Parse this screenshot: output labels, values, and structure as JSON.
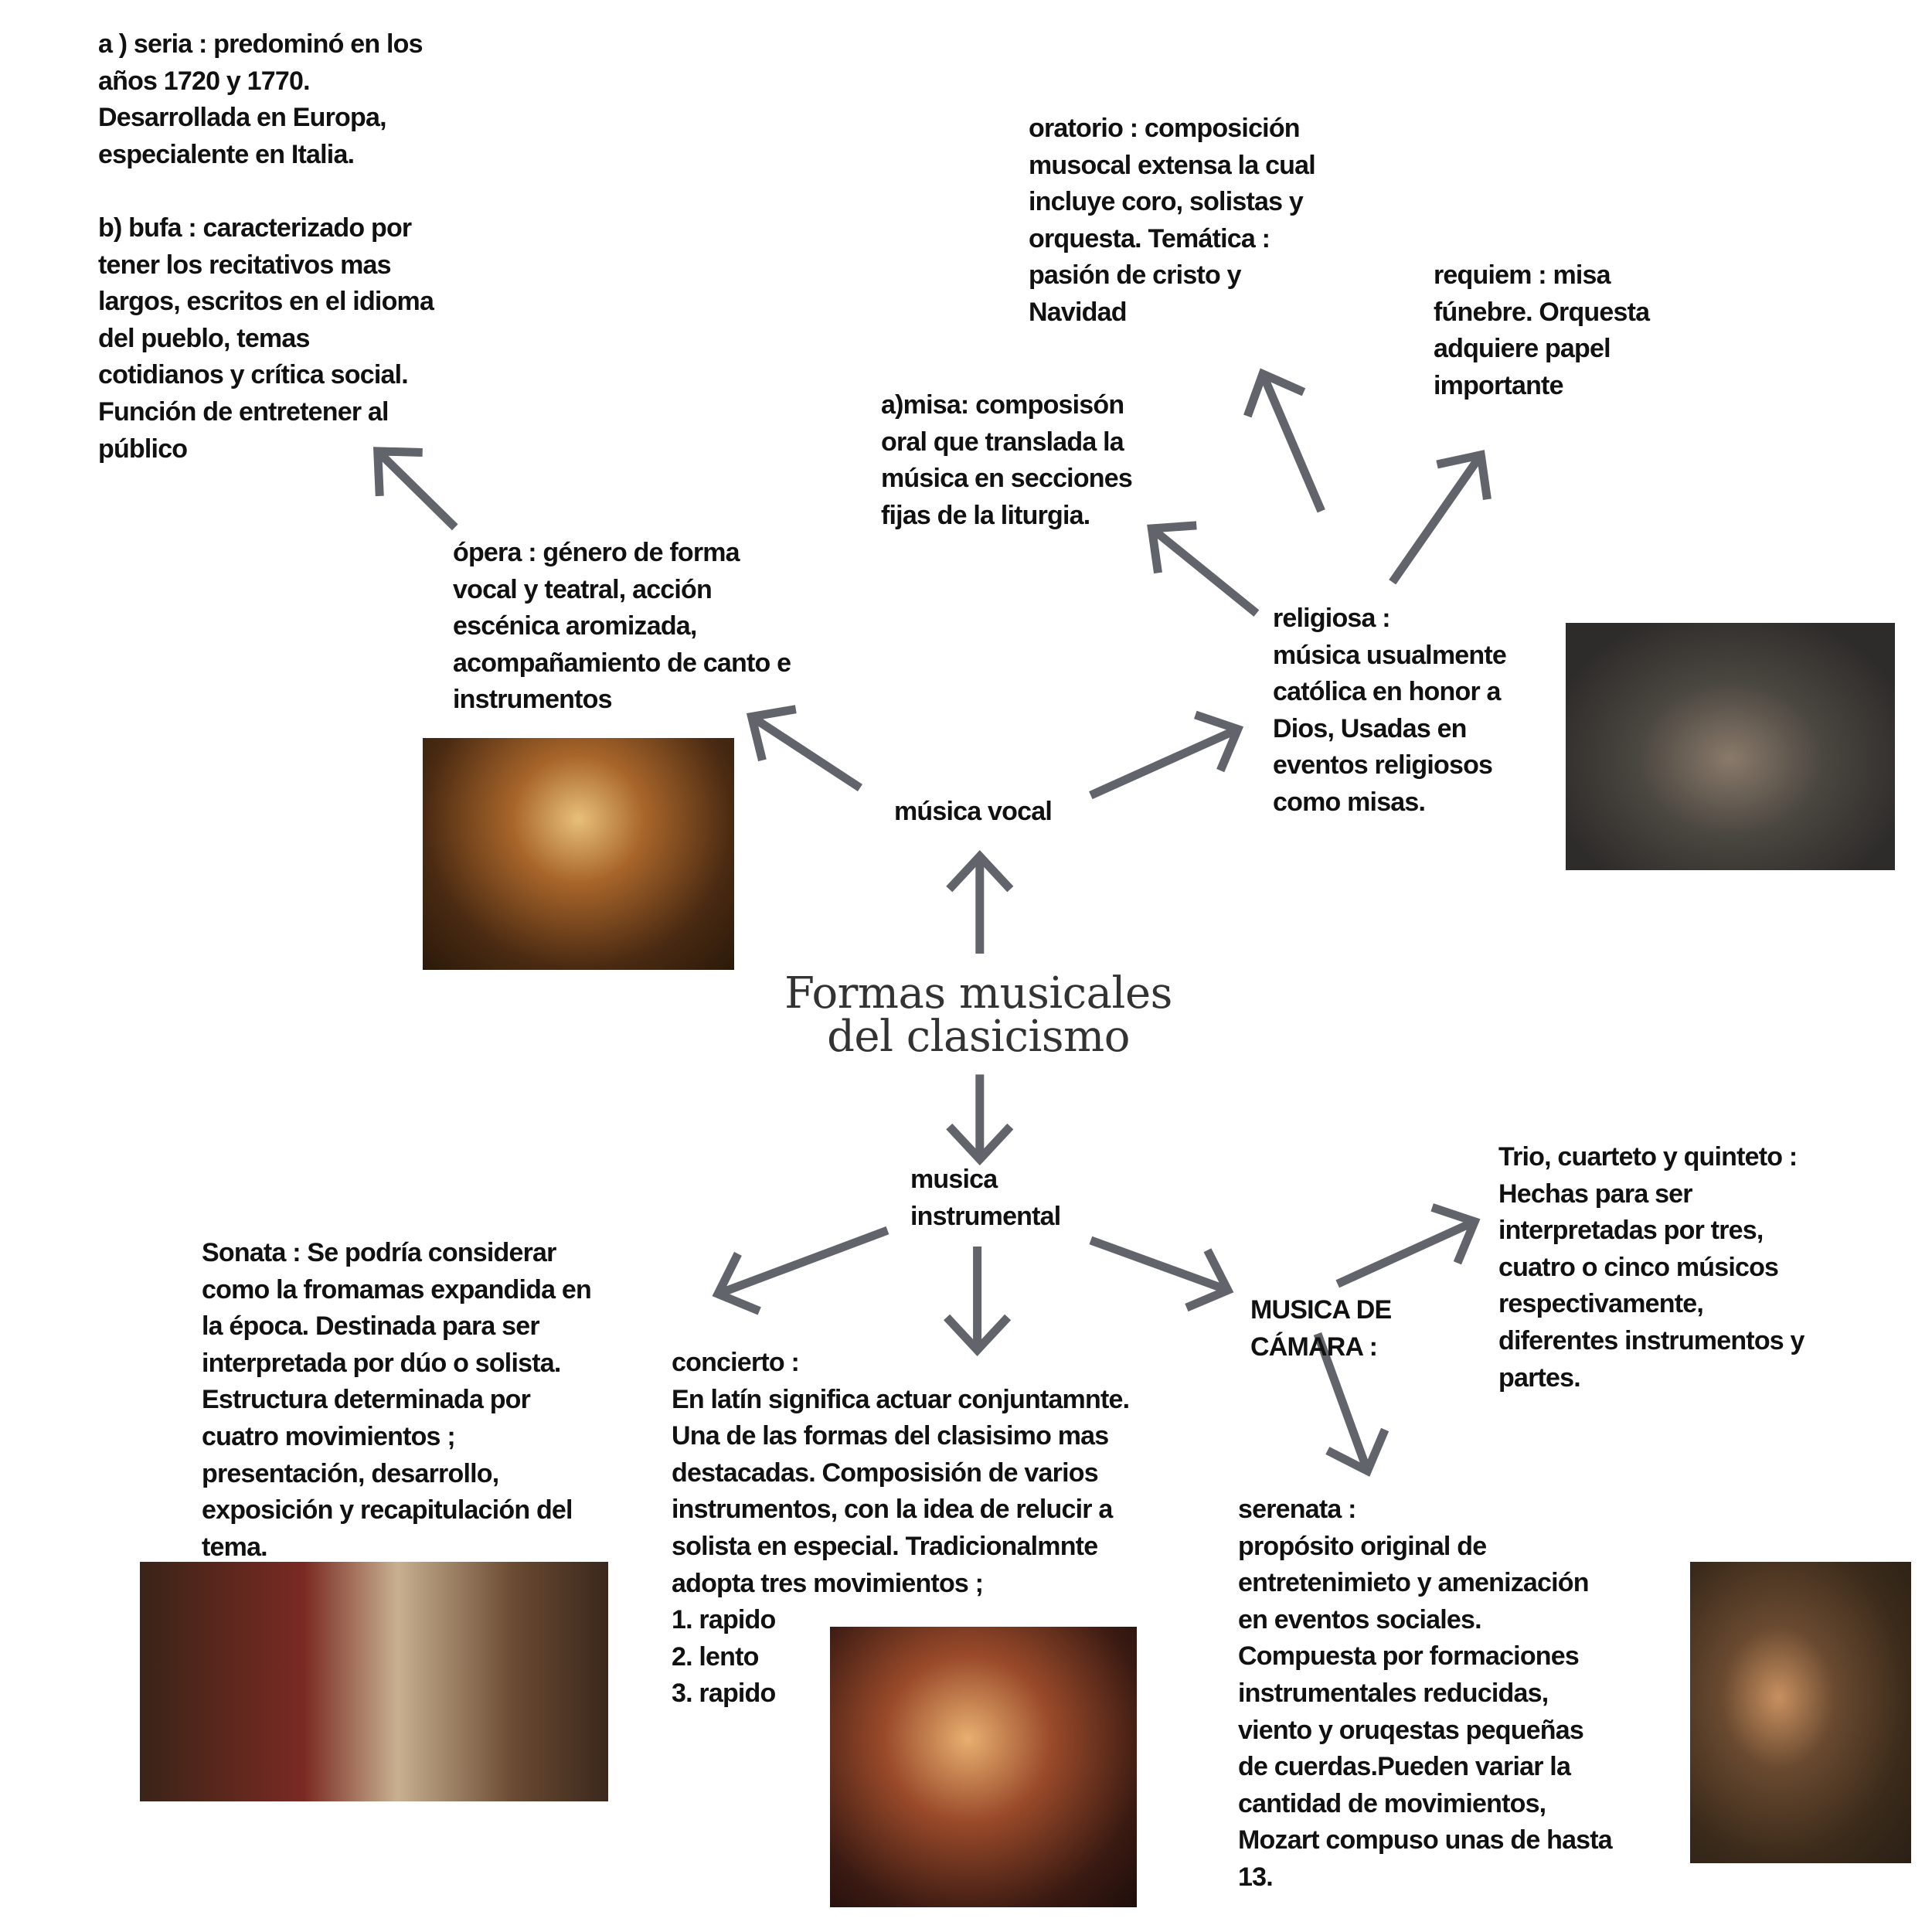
{
  "title": "Formas musicales\ndel clasicismo",
  "nodes": {
    "opera_types": "a ) seria : predominó en los\naños 1720 y 1770.\nDesarrollada en Europa,\nespecialente en Italia.\n\nb) bufa : caracterizado por\ntener los recitativos mas\nlargos, escritos en el idioma\ndel pueblo, temas\ncotidianos y crítica social.\nFunción de entretener al\npúblico",
    "oratorio": "oratorio : composición\nmusocal extensa la cual\nincluye coro, solistas y\norquesta. Temática :\npasión de cristo y\nNavidad",
    "requiem": "requiem : misa\nfúnebre. Orquesta\nadquiere papel\nimportante",
    "misa": "a)misa: composisón\noral que translada la\nmúsica en secciones\nfijas de la liturgia.",
    "opera": "ópera : género de forma\nvocal y teatral, acción\nescénica aromizada,\nacompañamiento de canto e\ninstrumentos",
    "religiosa": "religiosa :\n música usualmente\ncatólica en honor a\nDios, Usadas en\neventos religiosos\ncomo misas.",
    "musica_vocal": "música vocal",
    "musica_instrumental": "musica\ninstrumental",
    "sonata": "Sonata : Se podría considerar\ncomo la fromamas expandida en\nla época. Destinada para ser\ninterpretada por dúo o solista.\nEstructura determinada por\ncuatro movimientos ;\npresentación, desarrollo,\nexposición y recapitulación del\ntema.",
    "concierto": "concierto :\nEn latín significa actuar conjuntamnte.\nUna de las formas del clasisimo mas\ndestacadas. Composisión de varios\ninstrumentos, con la idea de relucir a\nsolista en especial. Tradicionalmnte\nadopta tres movimientos ;\n1. rapido\n2. lento\n3. rapido",
    "camara": "MUSICA DE\nCÁMARA :",
    "trio": "Trio, cuarteto y quinteto :\nHechas para ser\ninterpretadas por tres,\ncuatro o cinco músicos\nrespectivamente,\ndiferentes instrumentos y\npartes.",
    "serenata": "serenata :\npropósito original de\nentretenimieto y amenización\nen eventos sociales.\nCompuesta por formaciones\ninstrumentales reducidas,\nviento y oruqestas pequeñas\nde cuerdas.Pueden variar la\ncantidad de movimientos,\nMozart compuso unas de hasta\n13."
  },
  "colors": {
    "arrow": "#62646b",
    "text": "#111111",
    "title": "#333333"
  }
}
